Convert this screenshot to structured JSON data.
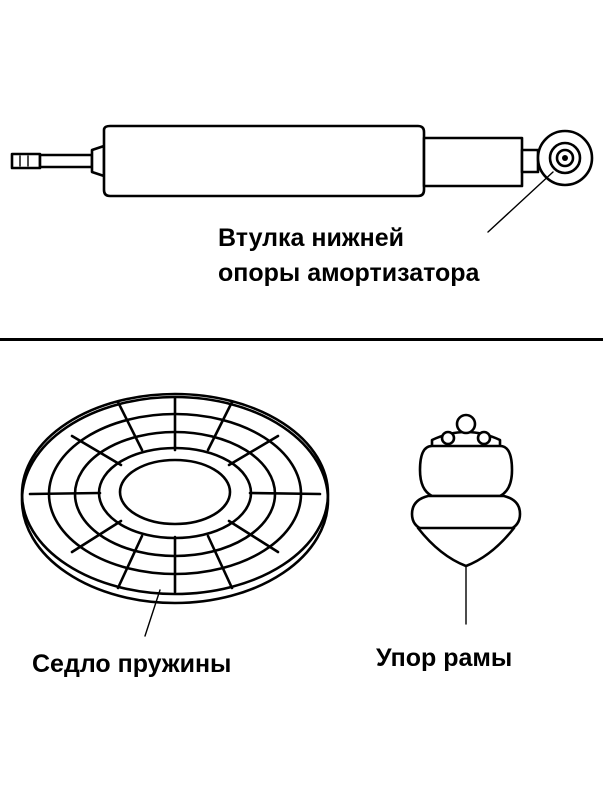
{
  "labels": {
    "bushing_line1": "Втулка нижней",
    "bushing_line2": "опоры амортизатора",
    "spring_seat": "Седло пружины",
    "frame_stop": "Упор рамы"
  },
  "colors": {
    "ink": "#000000",
    "paper": "#ffffff"
  }
}
